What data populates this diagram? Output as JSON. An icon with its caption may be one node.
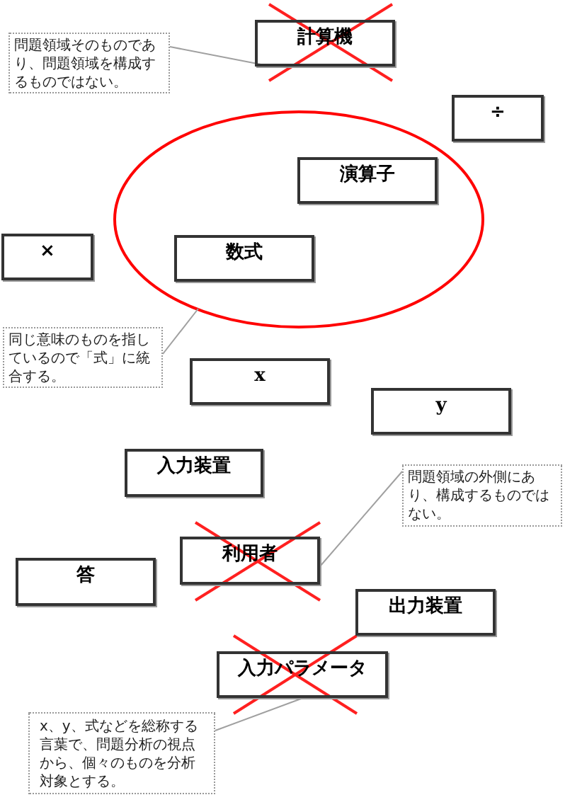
{
  "diagram": {
    "nodes": [
      {
        "text": [
          "計算機"
        ]
      },
      {
        "text": [
          "問題領域そのものであり、問題領域を構成するものではない。"
        ]
      },
      {
        "text": [
          "÷"
        ]
      },
      {
        "text": [],
        "shape": "ellipse"
      },
      {
        "text": [
          "演算子"
        ],
        "in": 3
      },
      {
        "text": [
          "数式"
        ],
        "in": 3
      },
      {
        "text": [
          "×"
        ]
      },
      {
        "text": [
          "同じ意味のものを指しているので「式」に統合する。"
        ]
      },
      {
        "text": [
          "x"
        ]
      },
      {
        "text": [
          "y"
        ]
      },
      {
        "text": [
          "入力装置"
        ]
      },
      {
        "text": [
          "問題領域の外側にあり、構成するものではない。"
        ]
      },
      {
        "text": [
          "利用者"
        ]
      },
      {
        "text": [
          "答"
        ]
      },
      {
        "text": [
          "出力装置"
        ]
      },
      {
        "text": [
          "入力パラメータ"
        ]
      },
      {
        "text": [
          "x、y、式などを総称する言葉で、問題分析の視点から、個々のものを分析対象とする。"
        ]
      }
    ],
    "edges": [
      {
        "from": 1,
        "to": 0,
        "arrow": "none"
      },
      {
        "from": 7,
        "to": 3,
        "arrow": "none"
      },
      {
        "from": 11,
        "to": 12,
        "arrow": "none"
      },
      {
        "from": 16,
        "to": 15,
        "arrow": "none"
      }
    ]
  }
}
